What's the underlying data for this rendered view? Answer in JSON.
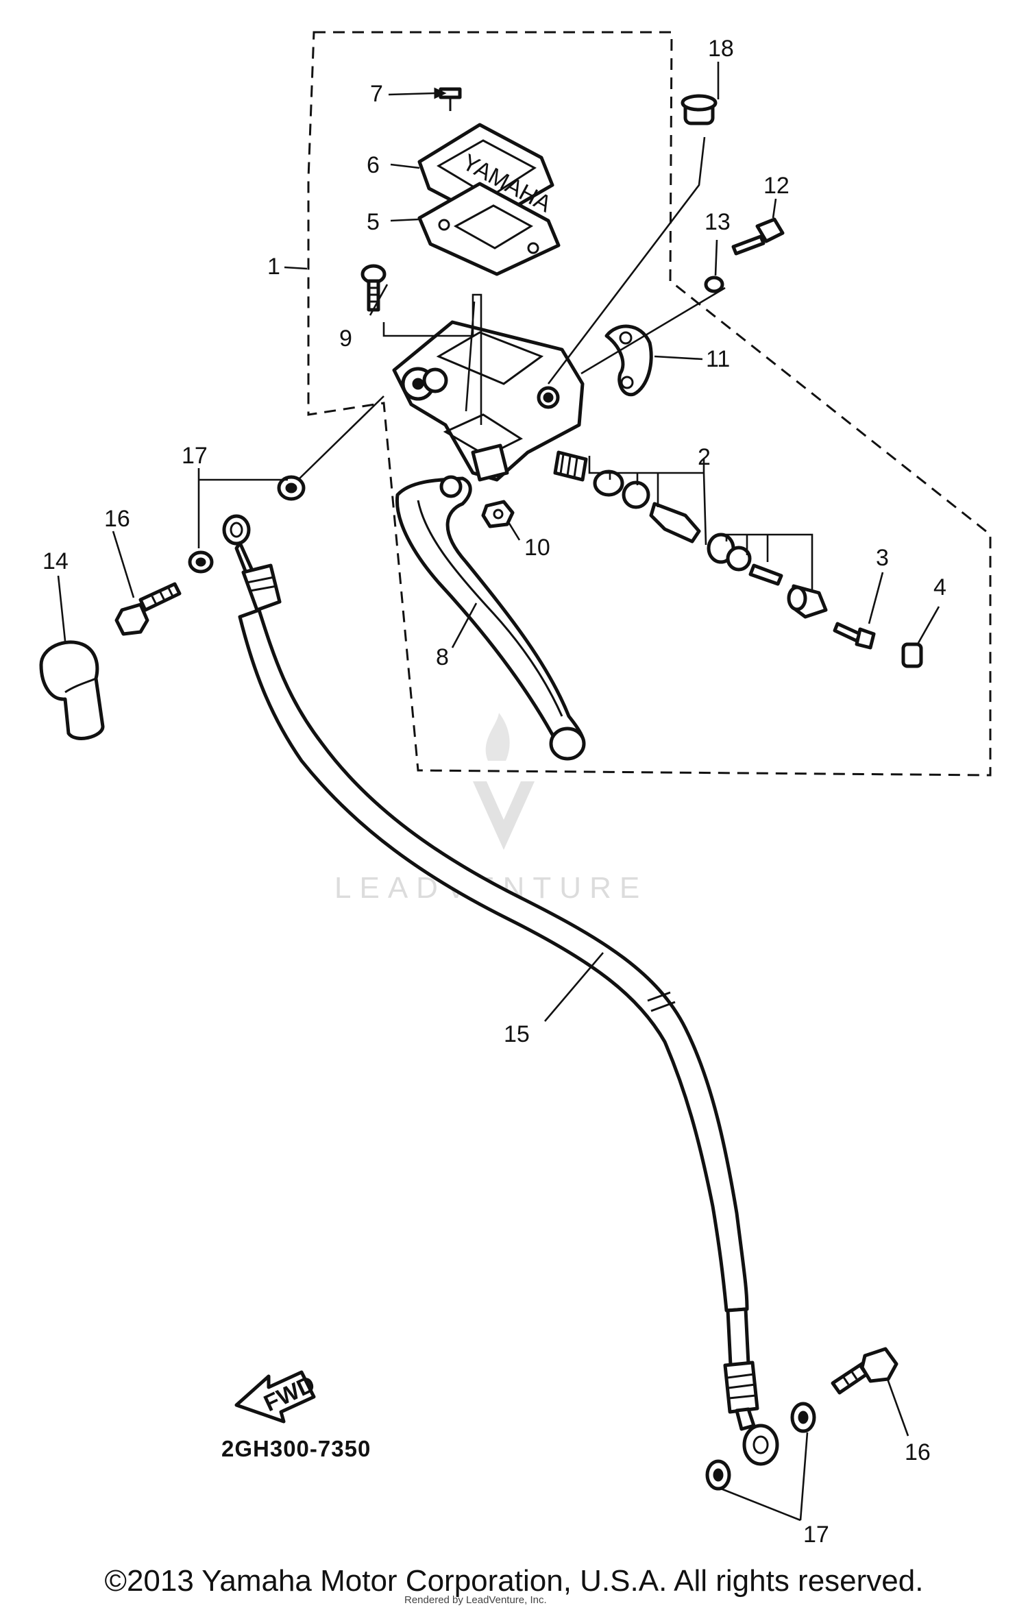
{
  "diagram": {
    "part_labels": {
      "p1": "1",
      "p2": "2",
      "p3": "3",
      "p4": "4",
      "p5": "5",
      "p6": "6",
      "p7": "7",
      "p8": "8",
      "p9": "9",
      "p10": "10",
      "p11": "11",
      "p12": "12",
      "p13": "13",
      "p14": "14",
      "p15": "15",
      "p16a": "16",
      "p16b": "16",
      "p17a": "17",
      "p17b": "17",
      "p18": "18"
    },
    "cover_brand": "YAMAHA",
    "fwd_label": "FWD",
    "drawing_code": "2GH300-7350",
    "watermark": "LEADVENTURE",
    "colors": {
      "ink": "#111111",
      "watermark": "#dcdcdc",
      "background": "#ffffff"
    }
  },
  "footer": {
    "copyright": "©2013 Yamaha Motor Corporation, U.S.A. All rights reserved.",
    "credit": "Rendered by LeadVenture, Inc."
  }
}
